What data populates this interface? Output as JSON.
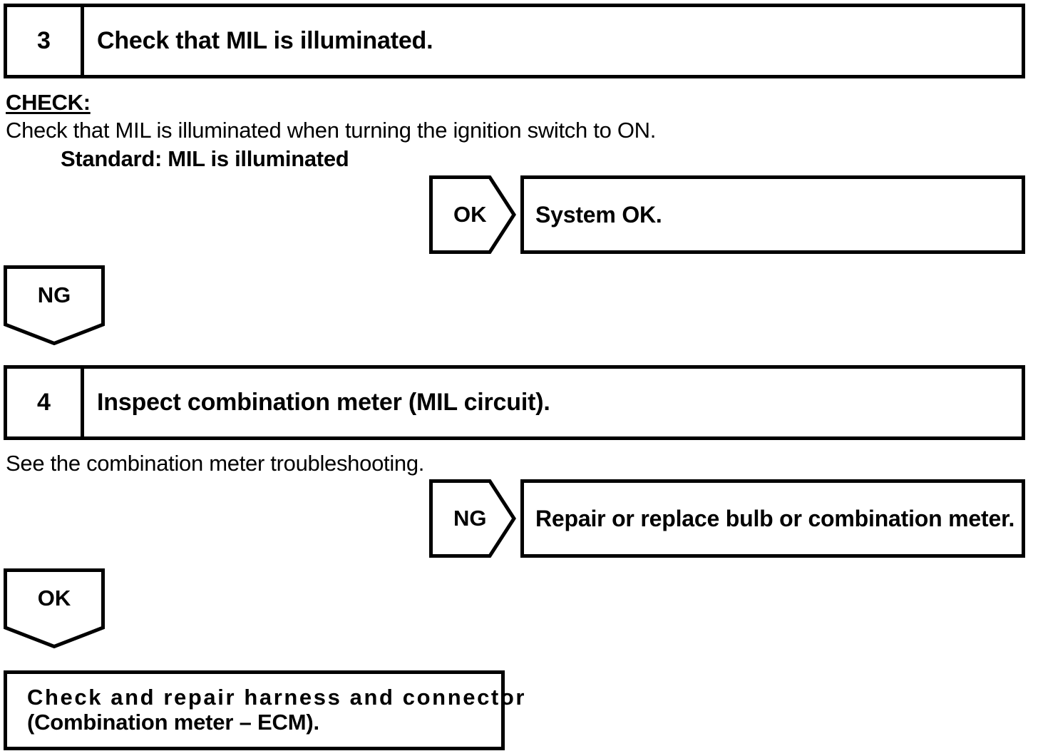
{
  "document": {
    "type": "troubleshooting-flowchart",
    "background_color": "#ffffff",
    "line_color": "#000000"
  },
  "steps": [
    {
      "number": "3",
      "title": "Check that MIL is illuminated.",
      "body": {
        "heading": "CHECK:",
        "instruction": "Check that MIL is illuminated when turning the ignition switch to ON.",
        "standard": "Standard: MIL is illuminated"
      },
      "branch_pass": {
        "label": "OK",
        "result": "System OK."
      },
      "branch_fail": {
        "label": "NG"
      }
    },
    {
      "number": "4",
      "title": "Inspect combination meter (MIL circuit).",
      "body": {
        "instruction": "See the combination meter troubleshooting."
      },
      "branch_fail": {
        "label": "NG",
        "result": "Repair or replace bulb or combination meter."
      },
      "branch_pass": {
        "label": "OK"
      }
    }
  ],
  "final_action": {
    "line1": "Check and repair harness and connector",
    "line2": "(Combination meter – ECM)."
  }
}
